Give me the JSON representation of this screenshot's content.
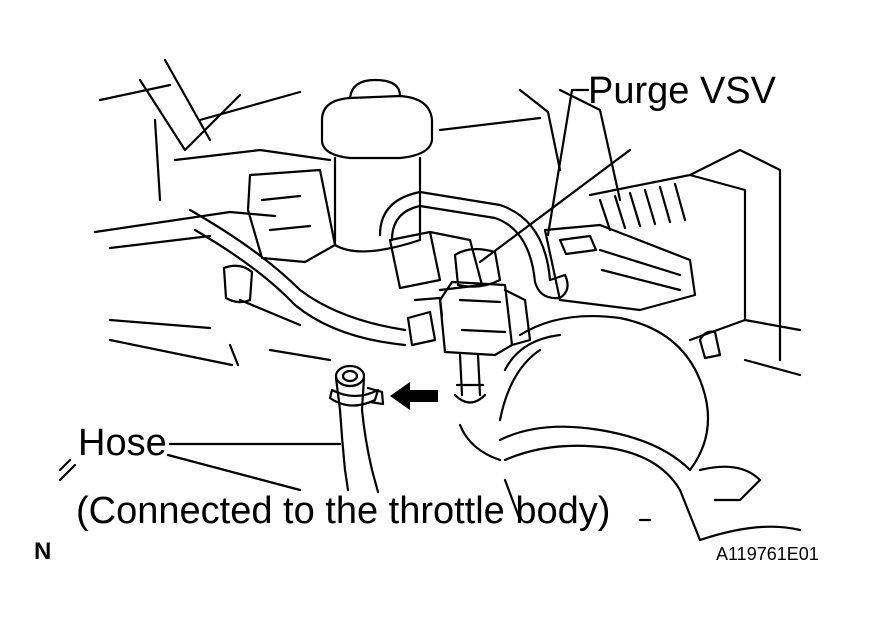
{
  "labels": {
    "purge_vsv": "Purge VSV",
    "hose": "Hose",
    "hose_note": "(Connected to the throttle body)",
    "north_marker": "N",
    "figure_id": "A119761E01"
  },
  "colors": {
    "ink": "#000000",
    "paper": "#ffffff"
  },
  "icons": {
    "direction_arrow": "arrow-left-icon"
  }
}
